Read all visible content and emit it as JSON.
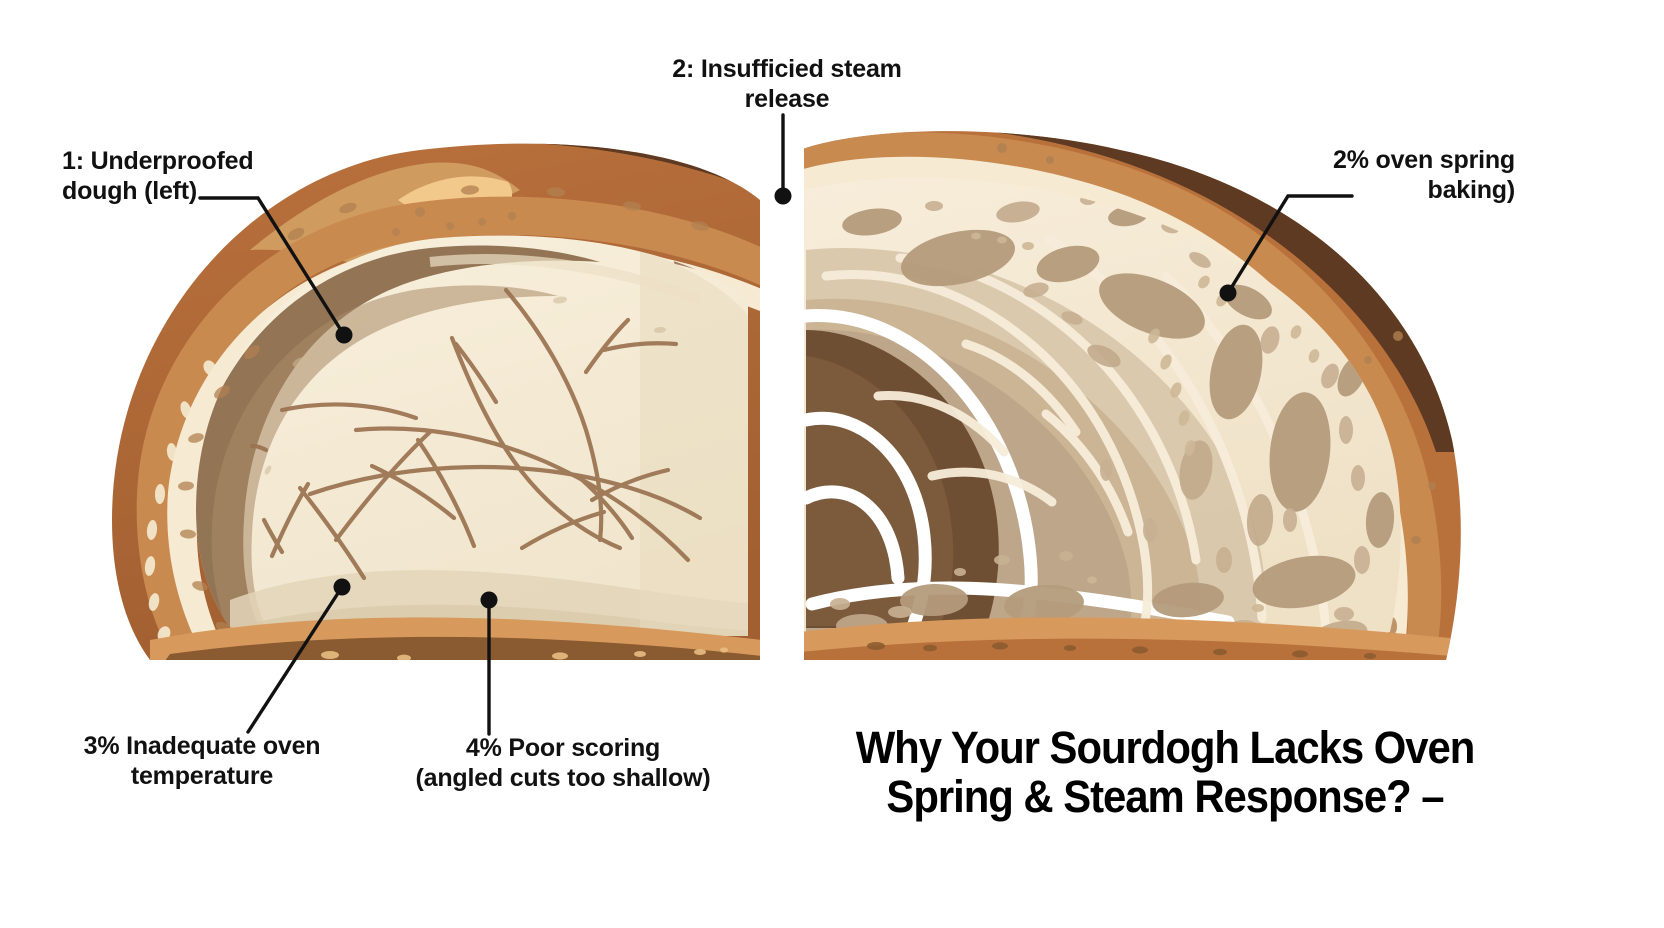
{
  "illustration": {
    "title": "sourdough-loaf-cross-section-comparison",
    "panels": [
      {
        "name": "left-loaf",
        "description": "Underproofed sourdough cross section with dense tight crumb"
      },
      {
        "name": "right-loaf",
        "description": "Open airy sourdough cross section with large irregular holes"
      }
    ]
  },
  "callouts": [
    {
      "id": "underproofed",
      "number": "1",
      "text": "1: Underproofed\ndough (left)",
      "position": "top-left",
      "align": "left"
    },
    {
      "id": "steam-release",
      "number": "2",
      "text": "2: Insufficied steam\nrelease",
      "position": "top-center",
      "align": "center"
    },
    {
      "id": "oven-spring",
      "number": "2%",
      "text": "2%  oven spring\nbaking)",
      "position": "top-right",
      "align": "right"
    },
    {
      "id": "oven-temperature",
      "number": "3%",
      "text": "3% Inadequate oven\ntemperature",
      "position": "bottom-left",
      "align": "center"
    },
    {
      "id": "poor-scoring",
      "number": "4%",
      "text": "4%  Poor scoring\n(angled cuts too shallow)",
      "position": "bottom-center",
      "align": "center"
    }
  ],
  "headline": {
    "text": "Why Your Sourdogh Lacks Oven\nSpring & Steam Response? –"
  },
  "colors": {
    "background": "#ffffff",
    "text": "#111111",
    "headline": "#000000",
    "leader_line": "#111111",
    "crust_dark": "#5d3a21",
    "crust_mid": "#a9663a",
    "crust_light": "#d9a066",
    "crust_pale": "#f2c88b",
    "crumb_cream": "#f7edda",
    "crumb_shadow": "#e4d6bb",
    "crumb_taupe": "#bda488",
    "crumb_brown": "#8a6a4a",
    "crumb_dark": "#6f4f33",
    "score_line": "#9a7250",
    "hole_light": "#d8c4a4",
    "white_swirl": "#ffffff"
  }
}
